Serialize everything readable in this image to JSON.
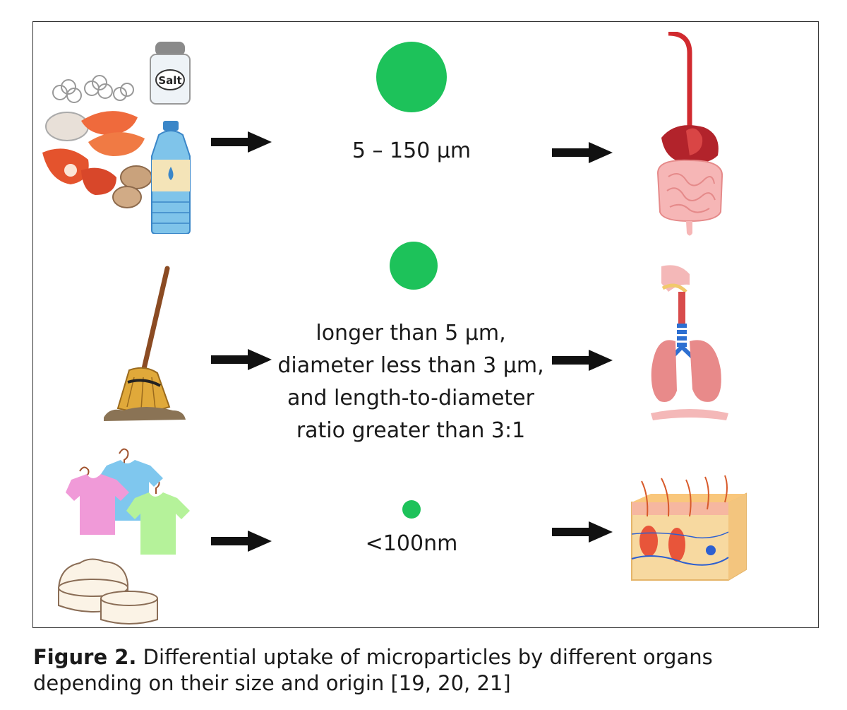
{
  "figure": {
    "rows": [
      {
        "size_text": "5 – 150 µm",
        "source": "food-and-water",
        "target": "digestive-system"
      },
      {
        "size_lines": [
          "longer than 5 µm,",
          "diameter less than 3 µm,",
          "and length-to-diameter",
          "ratio greater than 3:1"
        ],
        "source": "broom-dust",
        "target": "respiratory-system"
      },
      {
        "size_text": "<100nm",
        "source": "clothing-and-cosmetics",
        "target": "skin"
      }
    ],
    "salt_label": "Salt",
    "particle_color": "#1dc25a"
  },
  "caption": {
    "label": "Figure 2.",
    "text": " Differential uptake of microparticles by different organs depending on their size and origin [19, 20, 21]"
  }
}
